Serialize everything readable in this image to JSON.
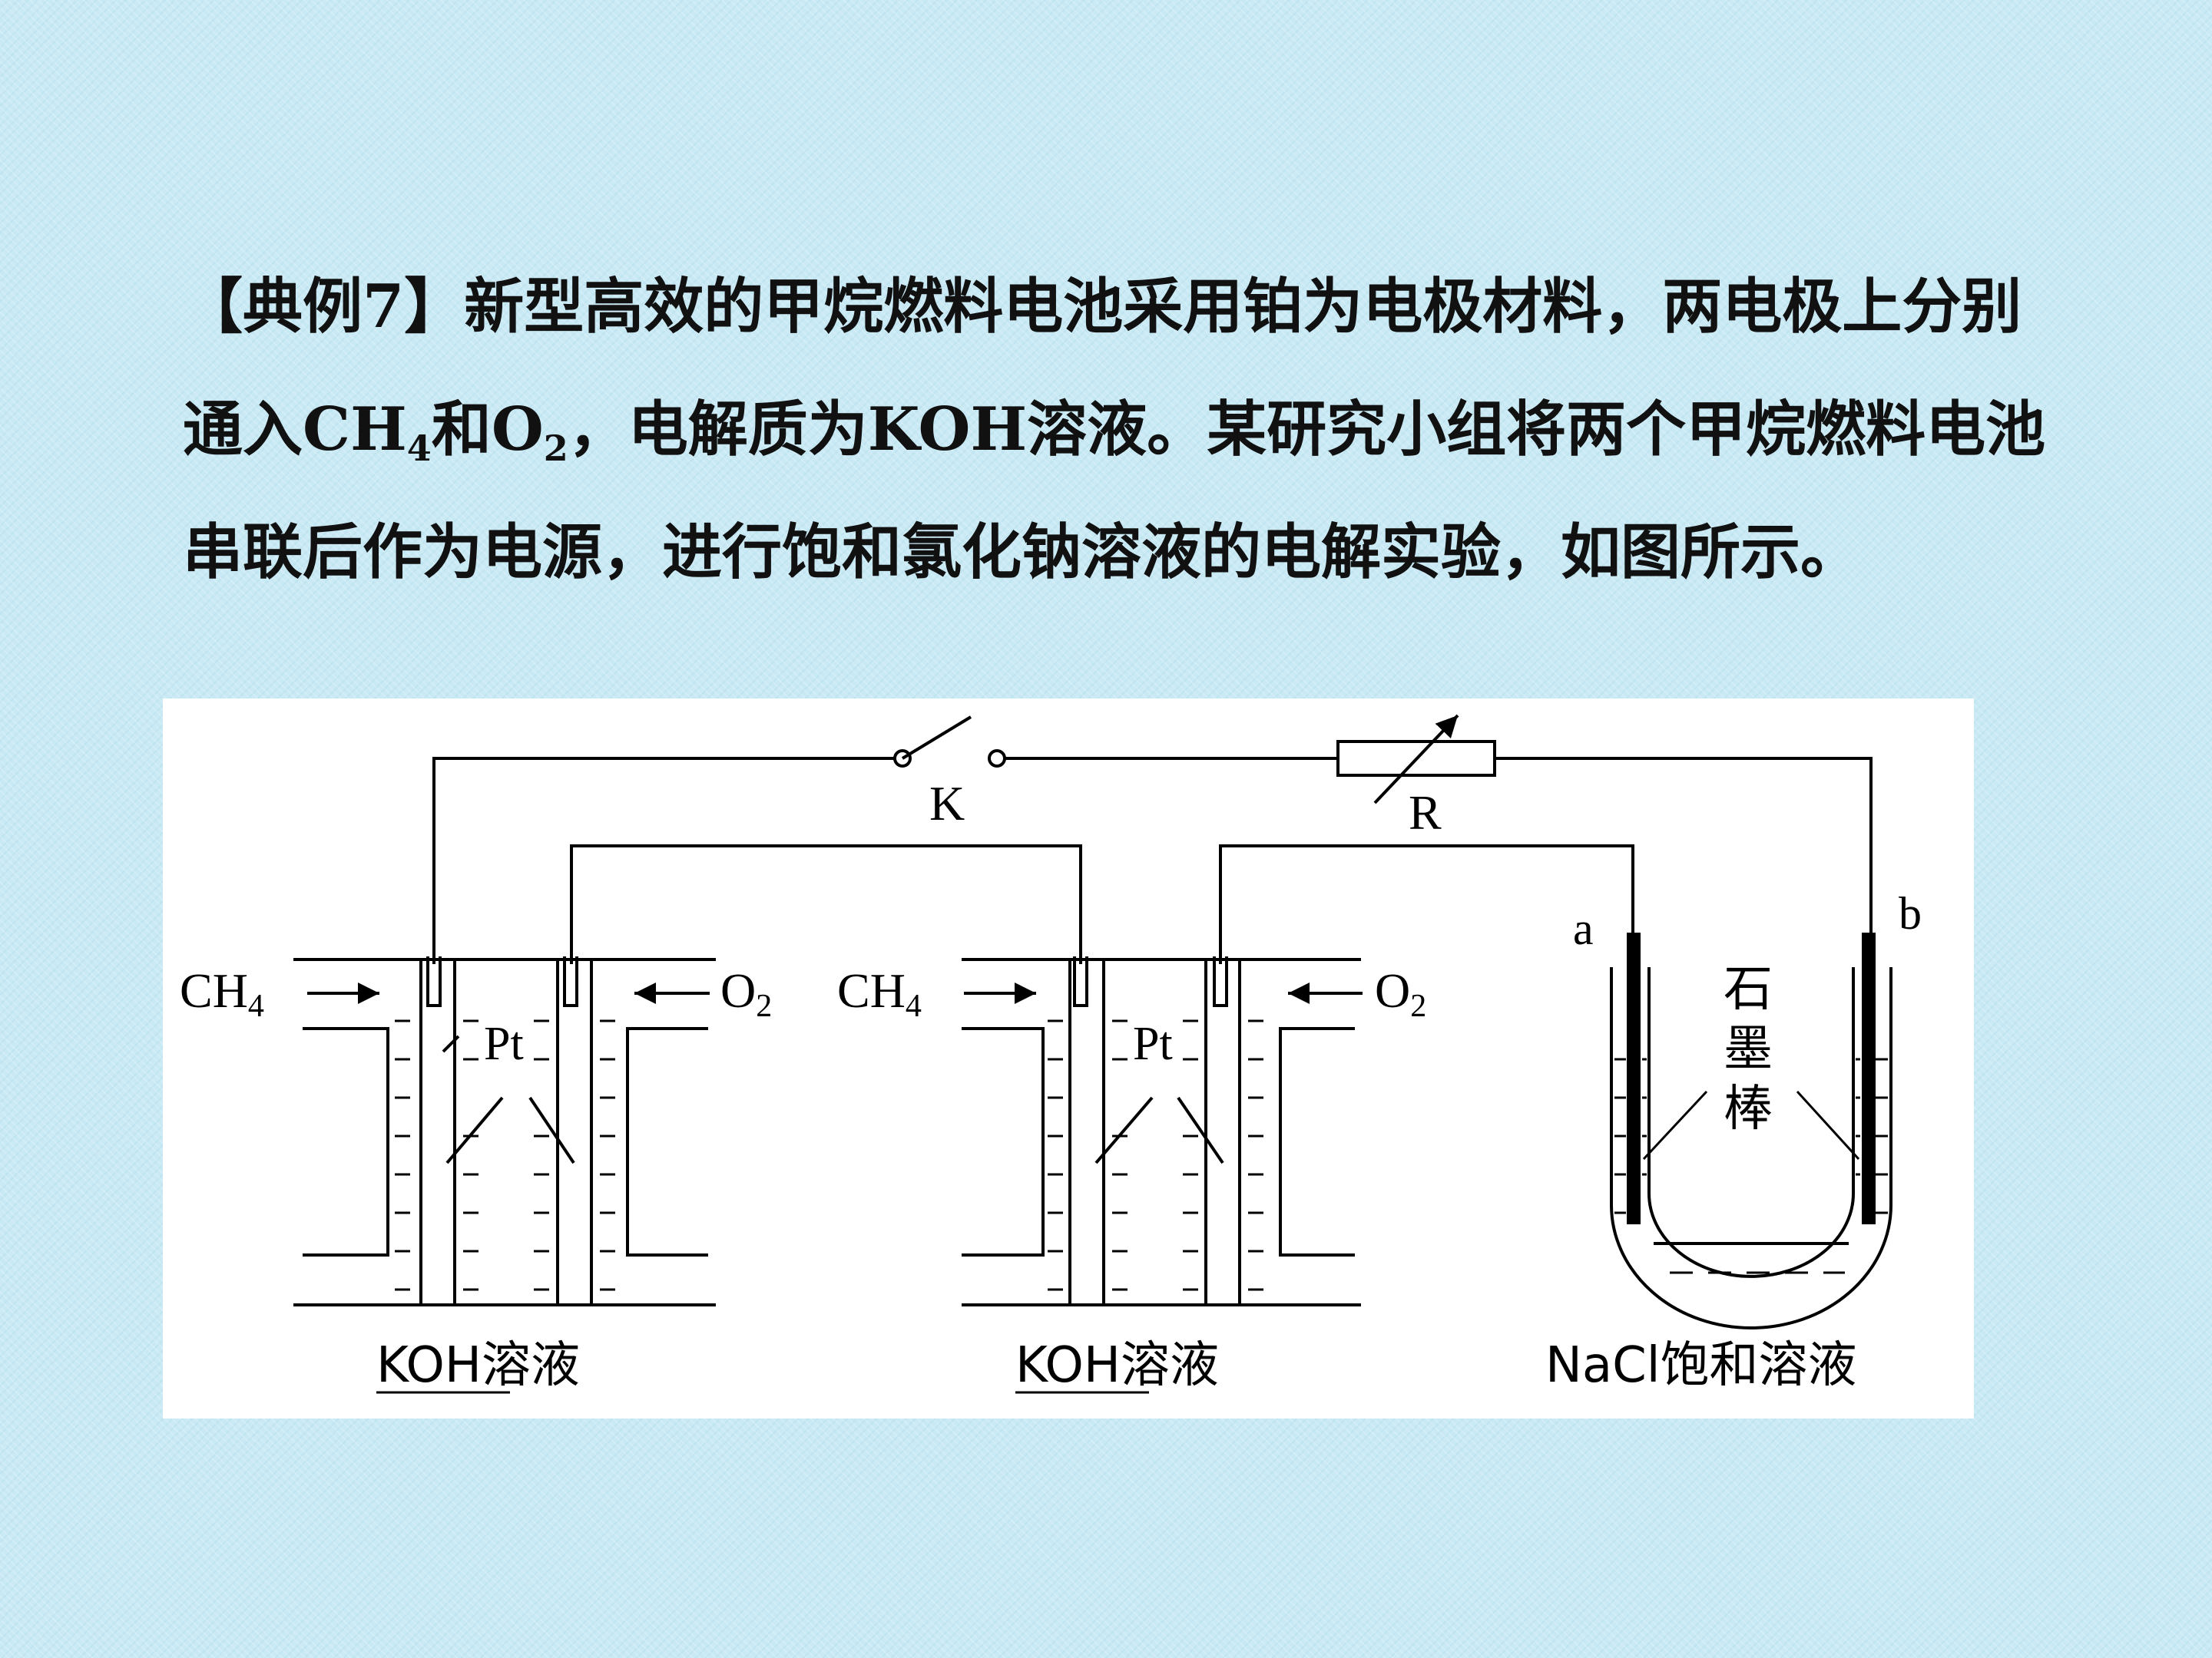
{
  "problem": {
    "tag": "【典例7】",
    "intro": "新型高效的甲烷燃料电池采用铂为电极材料，两电极上分别通入",
    "ch4_base": "CH",
    "ch4_sub": "4",
    "conj": "和",
    "o2_base": "O",
    "o2_sub": "2",
    "rest": "，电解质为KOH溶液。某研究小组将两个甲烷燃料电池串联后作为电源，进行饱和氯化钠溶液的电解实验，如图所示。"
  },
  "figure": {
    "switch_label": "K",
    "resistor_label": "R",
    "cells": [
      {
        "gas_left_base": "CH",
        "gas_left_sub": "4",
        "gas_right_base": "O",
        "gas_right_sub": "2",
        "electrode_label": "Pt",
        "electrolyte": "KOH溶液"
      },
      {
        "gas_left_base": "CH",
        "gas_left_sub": "4",
        "gas_right_base": "O",
        "gas_right_sub": "2",
        "electrode_label": "Pt",
        "electrolyte": "KOH溶液"
      }
    ],
    "electrolyzer": {
      "electrode_a": "a",
      "electrode_b": "b",
      "rod_label_1": "石",
      "rod_label_2": "墨",
      "rod_label_3": "棒",
      "solution_label": "NaCl饱和溶液"
    }
  }
}
